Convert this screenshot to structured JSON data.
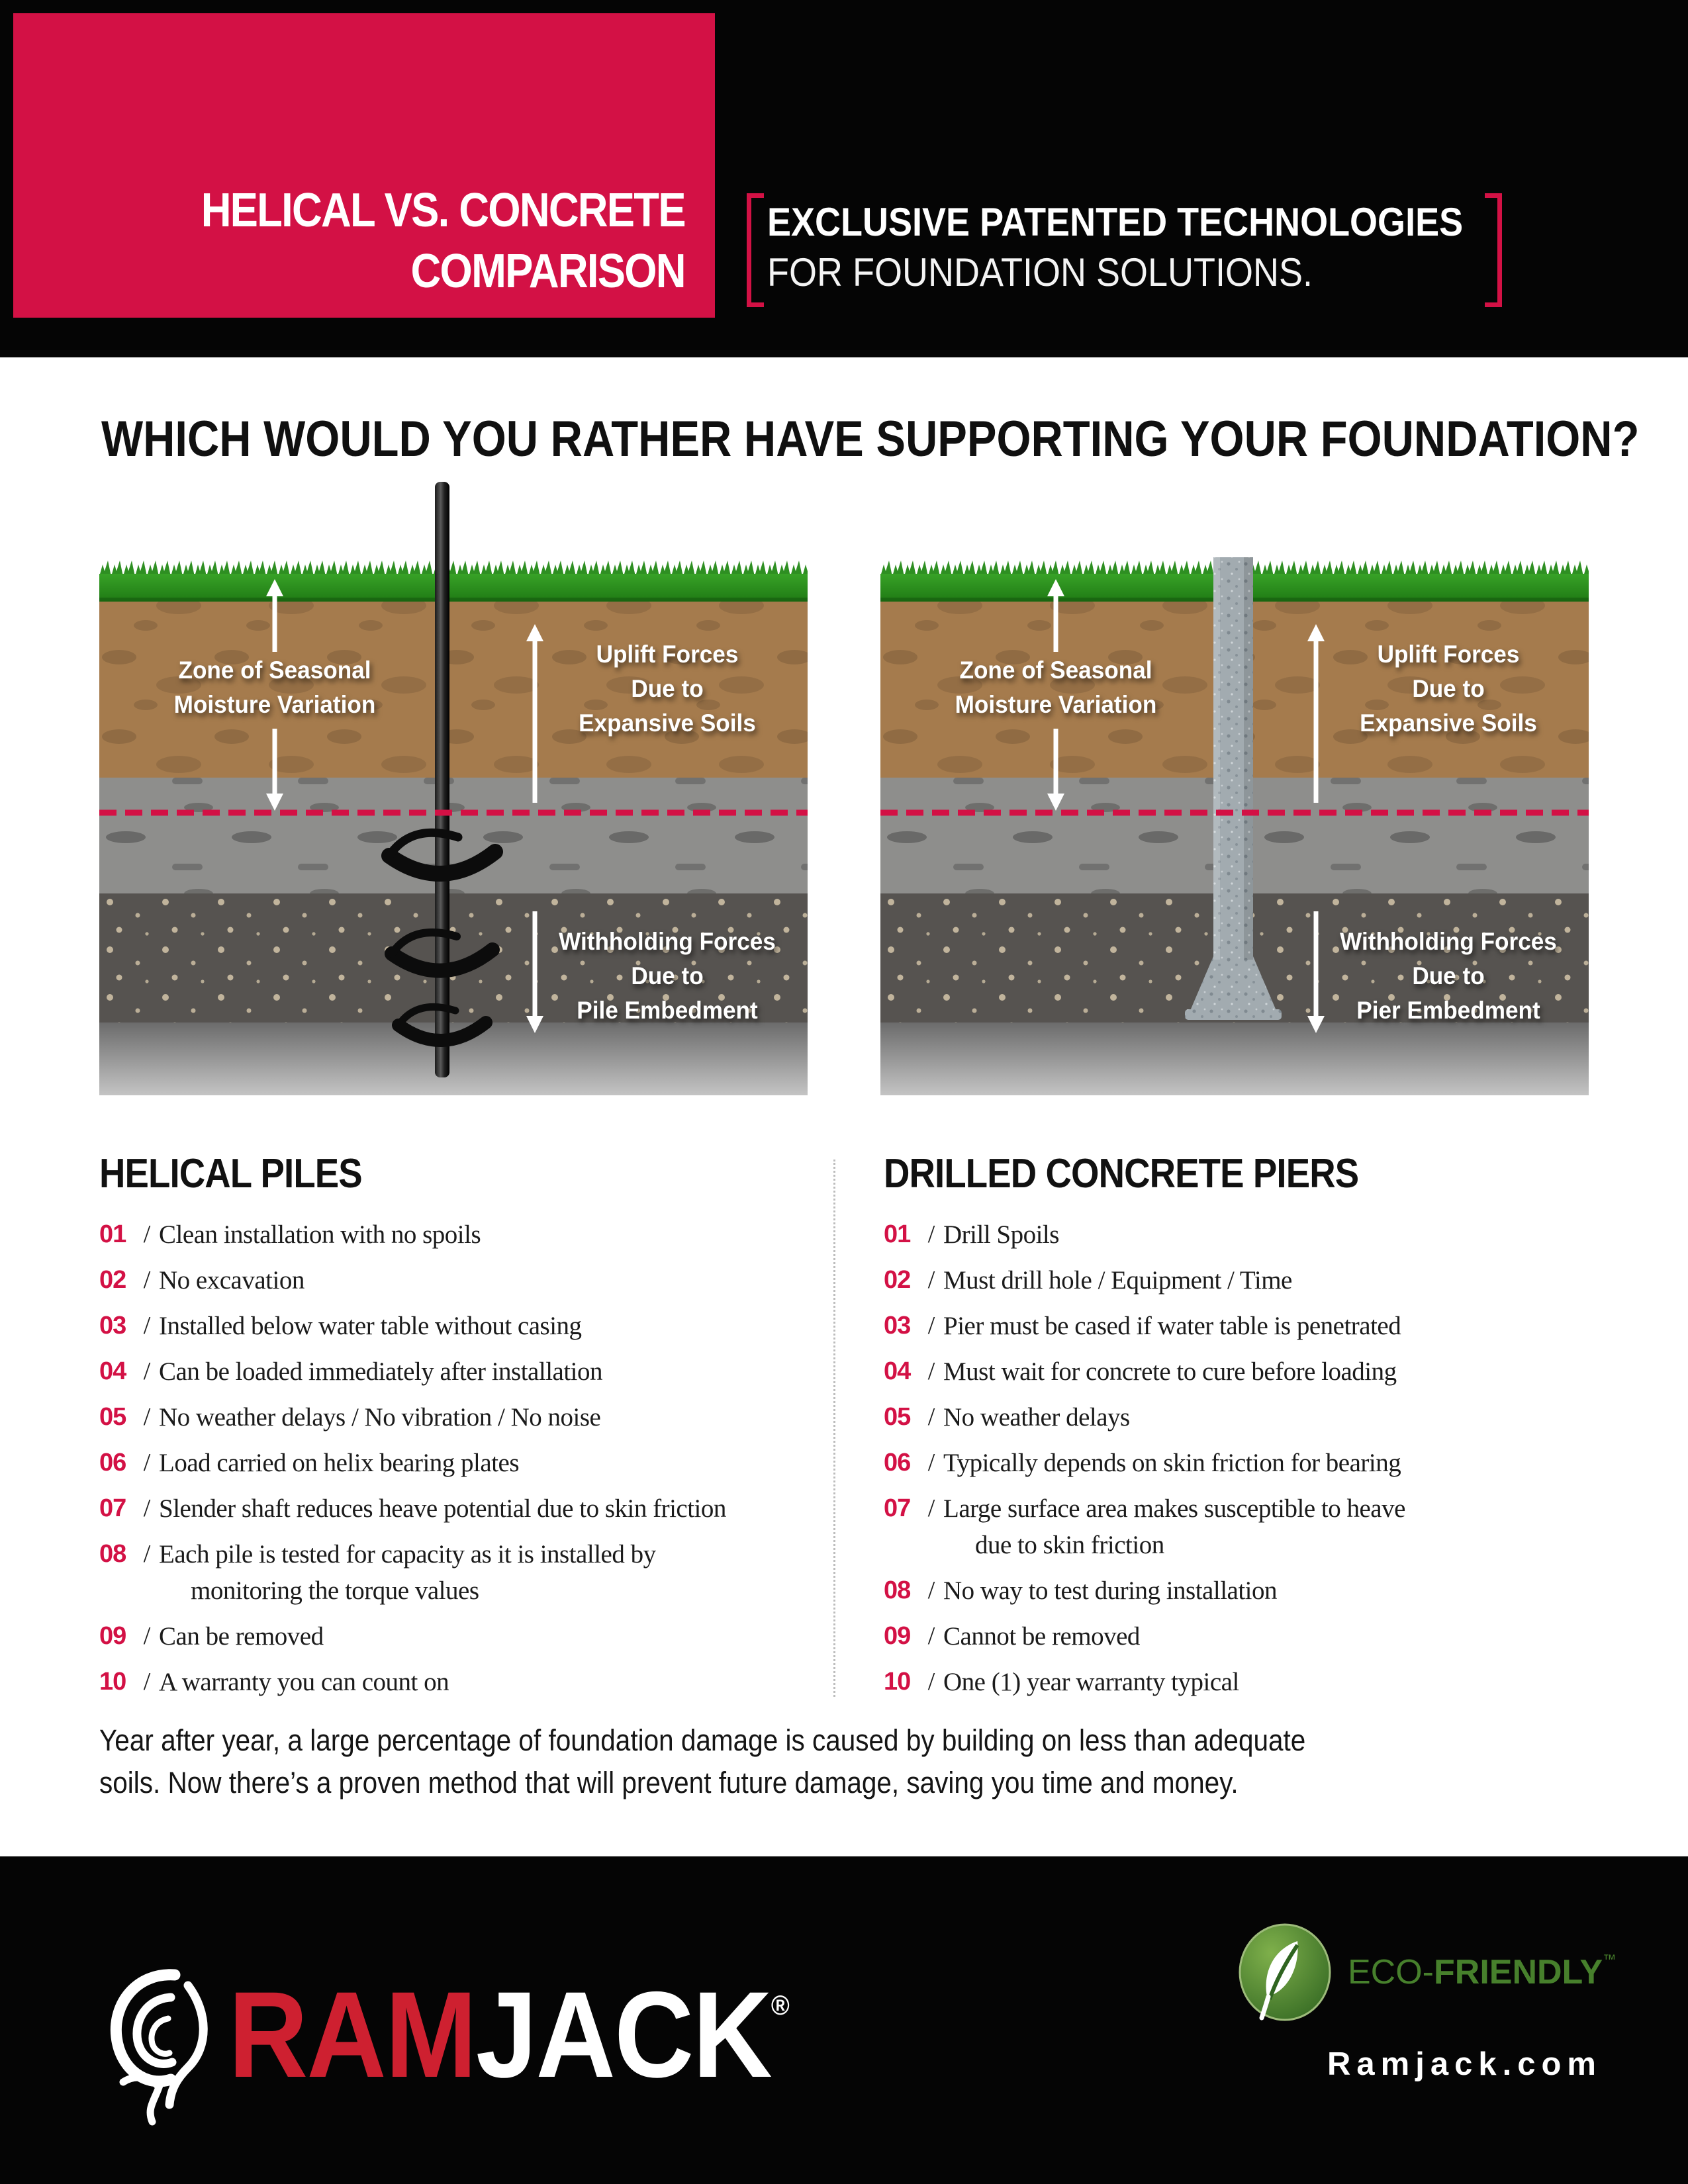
{
  "colors": {
    "accent_red": "#D31145",
    "brand_red": "#CE2030",
    "eco_green": "#47802C",
    "grass_green": "#2E8F22",
    "soil_brown": "#A57B4D",
    "rock_gray": "#8E8E8C",
    "deep_gray": "#565350",
    "header_black": "#050505"
  },
  "header": {
    "title_line1": "HELICAL VS. CONCRETE",
    "title_line2": "COMPARISON",
    "tagline_line1": "EXCLUSIVE PATENTED TECHNOLOGIES",
    "tagline_line2": "FOR FOUNDATION SOLUTIONS."
  },
  "question_heading": "WHICH WOULD YOU RATHER HAVE SUPPORTING YOUR FOUNDATION?",
  "diagrams": {
    "left": {
      "zone_label": [
        "Zone of Seasonal",
        "Moisture Variation"
      ],
      "uplift_label": [
        "Uplift Forces",
        "Due to",
        "Expansive Soils"
      ],
      "withholding_label": [
        "Withholding Forces",
        "Due to",
        "Pile Embedment"
      ]
    },
    "right": {
      "zone_label": [
        "Zone of Seasonal",
        "Moisture Variation"
      ],
      "uplift_label": [
        "Uplift Forces",
        "Due to",
        "Expansive Soils"
      ],
      "withholding_label": [
        "Withholding Forces",
        "Due to",
        "Pier Embedment"
      ]
    }
  },
  "lists": {
    "separator": "/",
    "left": {
      "heading": "HELICAL PILES",
      "items": [
        {
          "num": "01",
          "lines": [
            "Clean installation with no spoils"
          ]
        },
        {
          "num": "02",
          "lines": [
            "No excavation"
          ]
        },
        {
          "num": "03",
          "lines": [
            "Installed below water table without casing"
          ]
        },
        {
          "num": "04",
          "lines": [
            "Can be loaded immediately after installation"
          ]
        },
        {
          "num": "05",
          "lines": [
            "No weather delays / No vibration / No noise"
          ]
        },
        {
          "num": "06",
          "lines": [
            "Load carried on helix bearing plates"
          ]
        },
        {
          "num": "07",
          "lines": [
            "Slender shaft reduces heave potential due to skin friction"
          ]
        },
        {
          "num": "08",
          "lines": [
            "Each pile is tested for capacity as it is installed by",
            "monitoring the torque values"
          ]
        },
        {
          "num": "09",
          "lines": [
            "Can be removed"
          ]
        },
        {
          "num": "10",
          "lines": [
            "A warranty you can count on"
          ]
        }
      ]
    },
    "right": {
      "heading": "DRILLED CONCRETE PIERS",
      "items": [
        {
          "num": "01",
          "lines": [
            "Drill Spoils"
          ]
        },
        {
          "num": "02",
          "lines": [
            "Must drill hole / Equipment / Time"
          ]
        },
        {
          "num": "03",
          "lines": [
            "Pier must be cased if water table is penetrated"
          ]
        },
        {
          "num": "04",
          "lines": [
            "Must wait for concrete to cure before loading"
          ]
        },
        {
          "num": "05",
          "lines": [
            "No weather delays"
          ]
        },
        {
          "num": "06",
          "lines": [
            "Typically depends on skin friction for bearing"
          ]
        },
        {
          "num": "07",
          "lines": [
            "Large surface area makes susceptible to heave",
            "due to skin friction"
          ]
        },
        {
          "num": "08",
          "lines": [
            "No way to test during installation"
          ]
        },
        {
          "num": "09",
          "lines": [
            "Cannot be removed"
          ]
        },
        {
          "num": "10",
          "lines": [
            "One (1) year warranty typical"
          ]
        }
      ]
    }
  },
  "closing_paragraph_lines": [
    "Year after year, a large percentage of foundation damage is caused by building on less than adequate",
    "soils. Now there’s a proven method that will prevent future damage, saving you time and money."
  ],
  "footer": {
    "brand_ram": "RAM",
    "brand_jack": "JACK",
    "registered_mark": "®",
    "eco_prefix": "ECO-",
    "eco_suffix": "FRIENDLY",
    "eco_trademark": "™",
    "website": "Ramjack.com"
  }
}
